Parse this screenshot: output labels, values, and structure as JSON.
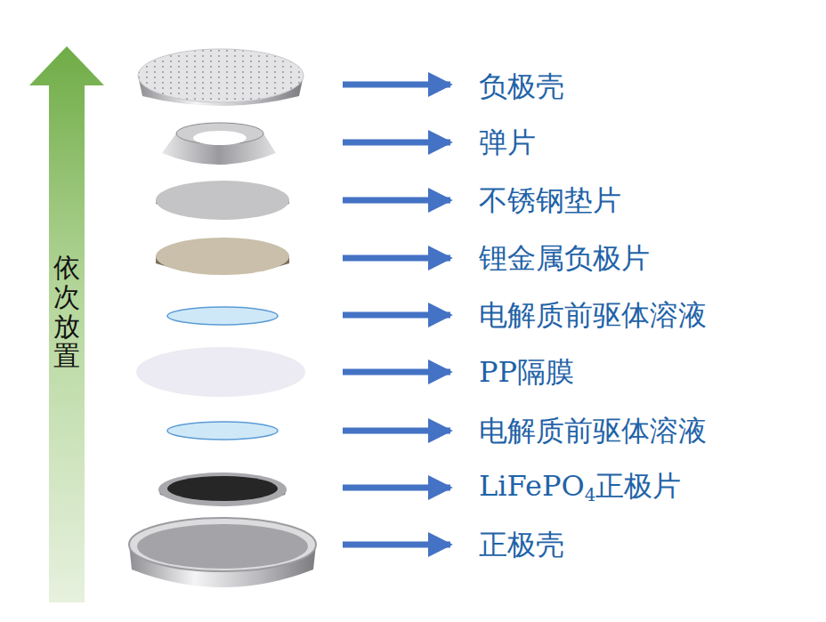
{
  "diagram": {
    "nodes": [
      {
        "text": [
          "依次放置"
        ]
      }
    ],
    "labels": [
      "负极壳",
      "弹片",
      "不锈钢垫片",
      "锂金属负极片",
      "电解质前驱体溶液",
      "PP隔膜",
      "电解质前驱体溶液",
      "LiFePO4正极片",
      "正极壳"
    ]
  }
}
